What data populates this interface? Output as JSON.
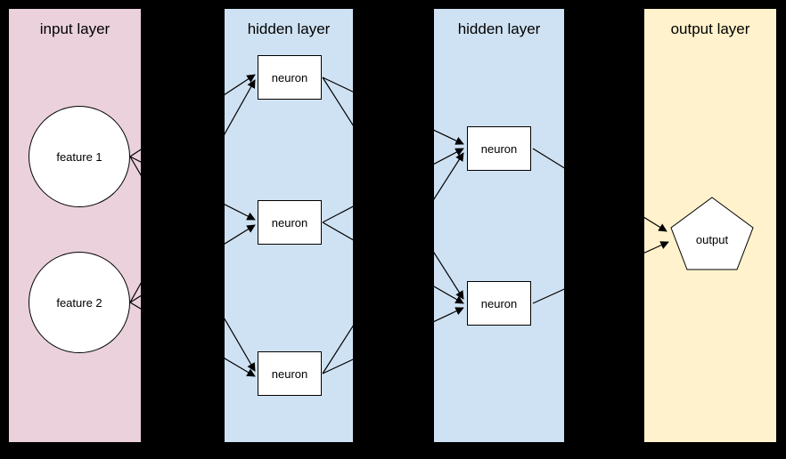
{
  "diagram": {
    "background_color": "#000000",
    "node_fill_color": "#ffffff",
    "line_color": "#000000",
    "layers": [
      {
        "title": "input layer",
        "color": "#ead1dc",
        "nodes": [
          {
            "id": "f1",
            "label": "feature 1",
            "shape": "circle"
          },
          {
            "id": "f2",
            "label": "feature 2",
            "shape": "circle"
          }
        ]
      },
      {
        "title": "hidden layer",
        "color": "#cfe2f3",
        "nodes": [
          {
            "id": "h1n1",
            "label": "neuron",
            "shape": "rect"
          },
          {
            "id": "h1n2",
            "label": "neuron",
            "shape": "rect"
          },
          {
            "id": "h1n3",
            "label": "neuron",
            "shape": "rect"
          }
        ]
      },
      {
        "title": "hidden layer",
        "color": "#cfe2f3",
        "nodes": [
          {
            "id": "h2n1",
            "label": "neuron",
            "shape": "rect"
          },
          {
            "id": "h2n2",
            "label": "neuron",
            "shape": "rect"
          }
        ]
      },
      {
        "title": "output layer",
        "color": "#fff2cc",
        "nodes": [
          {
            "id": "out",
            "label": "output",
            "shape": "pentagon"
          }
        ]
      }
    ],
    "connections": [
      {
        "from": "f1",
        "to": "h1n1"
      },
      {
        "from": "f1",
        "to": "h1n2"
      },
      {
        "from": "f1",
        "to": "h1n3"
      },
      {
        "from": "f2",
        "to": "h1n1"
      },
      {
        "from": "f2",
        "to": "h1n2"
      },
      {
        "from": "f2",
        "to": "h1n3"
      },
      {
        "from": "h1n1",
        "to": "h2n1"
      },
      {
        "from": "h1n1",
        "to": "h2n2"
      },
      {
        "from": "h1n2",
        "to": "h2n1"
      },
      {
        "from": "h1n2",
        "to": "h2n2"
      },
      {
        "from": "h1n3",
        "to": "h2n1"
      },
      {
        "from": "h1n3",
        "to": "h2n2"
      },
      {
        "from": "h2n1",
        "to": "out"
      },
      {
        "from": "h2n2",
        "to": "out"
      }
    ]
  }
}
